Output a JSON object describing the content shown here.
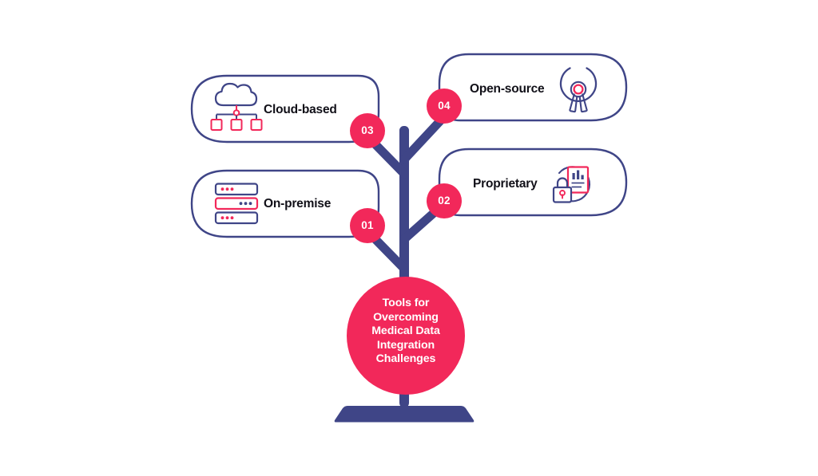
{
  "diagram": {
    "title_lines": [
      "Tools for",
      "Overcoming",
      "Medical Data",
      "Integration",
      "Challenges"
    ],
    "colors": {
      "navy": "#3f4587",
      "pink": "#f2285a",
      "white": "#ffffff",
      "label_text": "#111018"
    },
    "branches": [
      {
        "number": "01",
        "label": "On-premise",
        "icon": "server-stack-icon",
        "side": "left"
      },
      {
        "number": "02",
        "label": "Proprietary",
        "icon": "lock-document-icon",
        "side": "right"
      },
      {
        "number": "03",
        "label": "Cloud-based",
        "icon": "cloud-network-icon",
        "side": "left"
      },
      {
        "number": "04",
        "label": "Open-source",
        "icon": "open-source-logo-icon",
        "side": "right"
      }
    ]
  }
}
